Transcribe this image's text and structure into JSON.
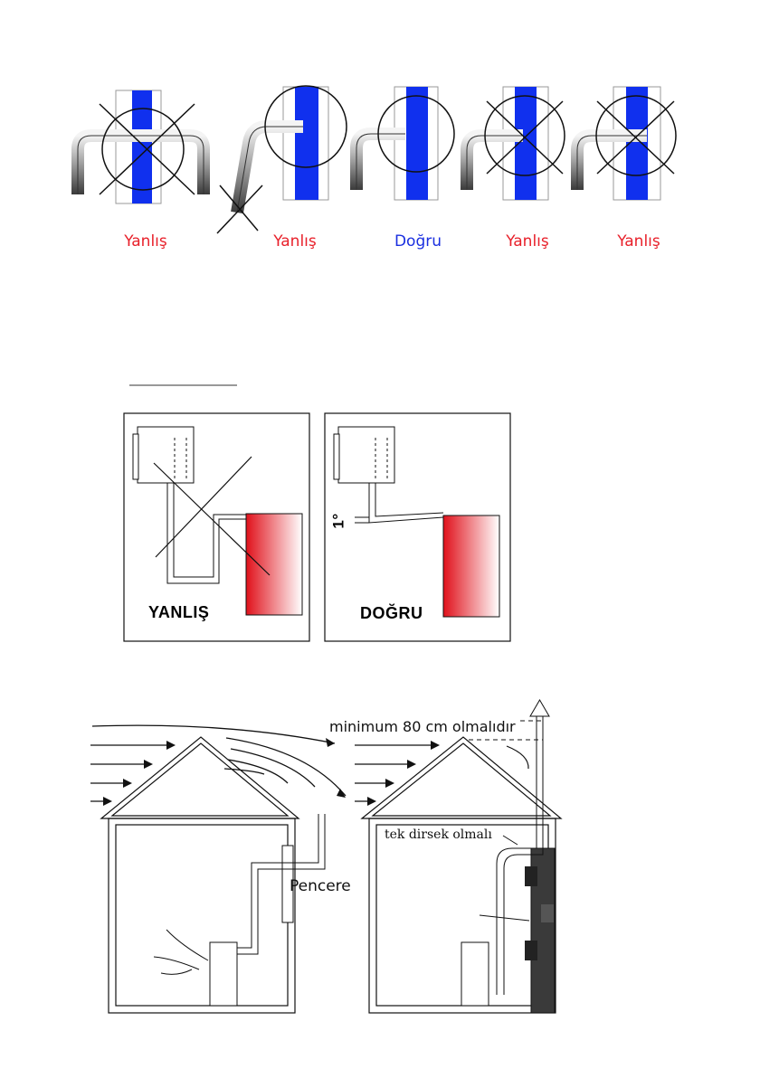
{
  "pipe_examples": [
    {
      "label": "Yanlış",
      "status": "wrong"
    },
    {
      "label": "Yanlış",
      "status": "wrong"
    },
    {
      "label": "Doğru",
      "status": "correct"
    },
    {
      "label": "Yanlış",
      "status": "wrong"
    },
    {
      "label": "Yanlış",
      "status": "wrong"
    }
  ],
  "slope_diagram": {
    "wrong_label": "YANLIŞ",
    "correct_label": "DOĞRU",
    "angle_label": "1°"
  },
  "chimney_diagram": {
    "height_note": "minimum 80 cm olmalıdır",
    "window_label": "Pencere",
    "elbow_note": "tek dirsek olmalı"
  },
  "colors": {
    "wrong": "#e8202a",
    "correct": "#1a2fe0",
    "wall": "#1030ee",
    "heater": "#e0101a"
  }
}
